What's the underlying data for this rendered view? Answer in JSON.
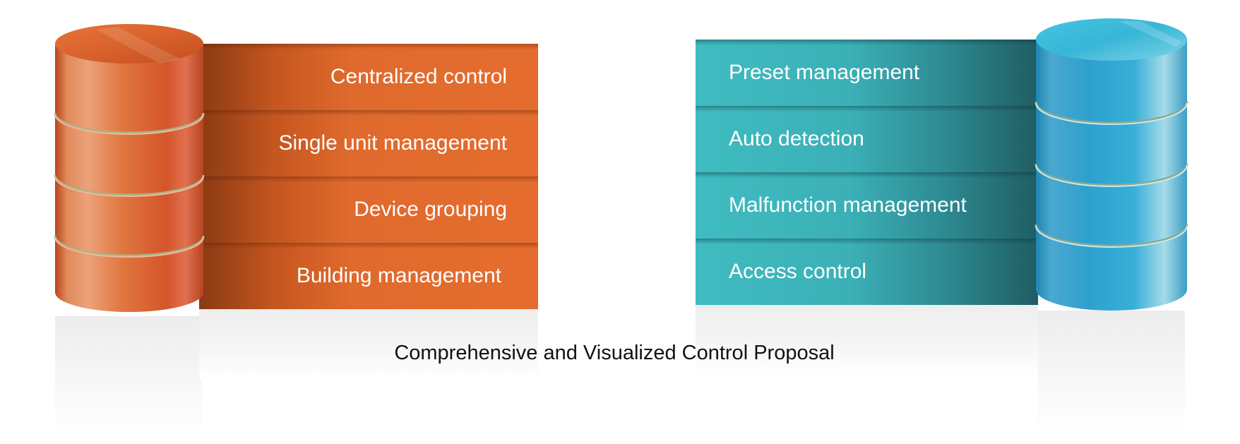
{
  "left_items": [
    {
      "label": "Centralized control"
    },
    {
      "label": "Single unit management"
    },
    {
      "label": "Device grouping"
    },
    {
      "label": "Building management"
    }
  ],
  "right_items": [
    {
      "label": "Preset management"
    },
    {
      "label": "Auto detection"
    },
    {
      "label": "Malfunction management"
    },
    {
      "label": "Access control"
    }
  ],
  "caption": "Comprehensive and Visualized Control Proposal",
  "colors": {
    "left_accent": "#e46c2e",
    "right_accent": "#3fbcc1"
  }
}
